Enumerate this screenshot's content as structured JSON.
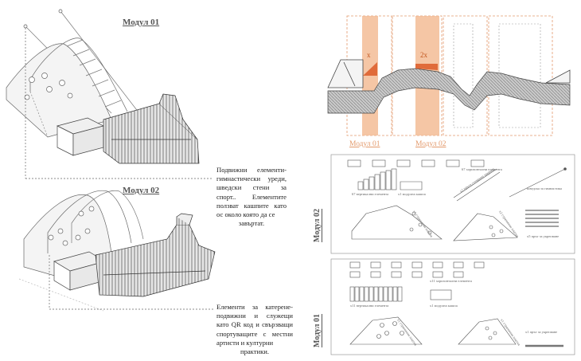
{
  "left": {
    "module1_title": "Модул 01",
    "module2_title": "Модул 02",
    "desc1_lines": [
      "Подвижни елементи-",
      "гимнастически уреди,",
      "шведски стени за",
      "спорт.. Елементите",
      "ползват кашпите като",
      "ос около която да се"
    ],
    "desc1_last": "завъртат.",
    "desc2_lines": [
      "Елементи за катерене-",
      "подвижни и служещи",
      "като QR код и свързващи",
      "спортуващите с местни",
      "артисти и културни"
    ],
    "desc2_last": "практики."
  },
  "right": {
    "mult_x": "x",
    "mult_2x": "2x",
    "section_mod1": "Модул 01",
    "section_mod2": "Модул 02",
    "panel_mod2": "Модул 02",
    "panel_mod1": "Модул 01",
    "m2": {
      "horiz": "67 хоризонтални елемента",
      "vert": "67 вертикални елемента",
      "pot": "х1 модулна кашпа",
      "hinge": "х2 пръта стоманен шарнир",
      "gym": "шведска за гимнастика",
      "bars": "х5 прът за укрепване",
      "side1": "х1 странични платна",
      "side2": "х2 странични платна"
    },
    "m1": {
      "horiz": "х11 хоризонтални елемента",
      "vert": "х11 вертикални елемента",
      "pot": "х1 модулна кашпа",
      "side1": "х1 странични платна",
      "side2": "х1 странични платна",
      "bar": "х1 прът за укрепване"
    }
  }
}
